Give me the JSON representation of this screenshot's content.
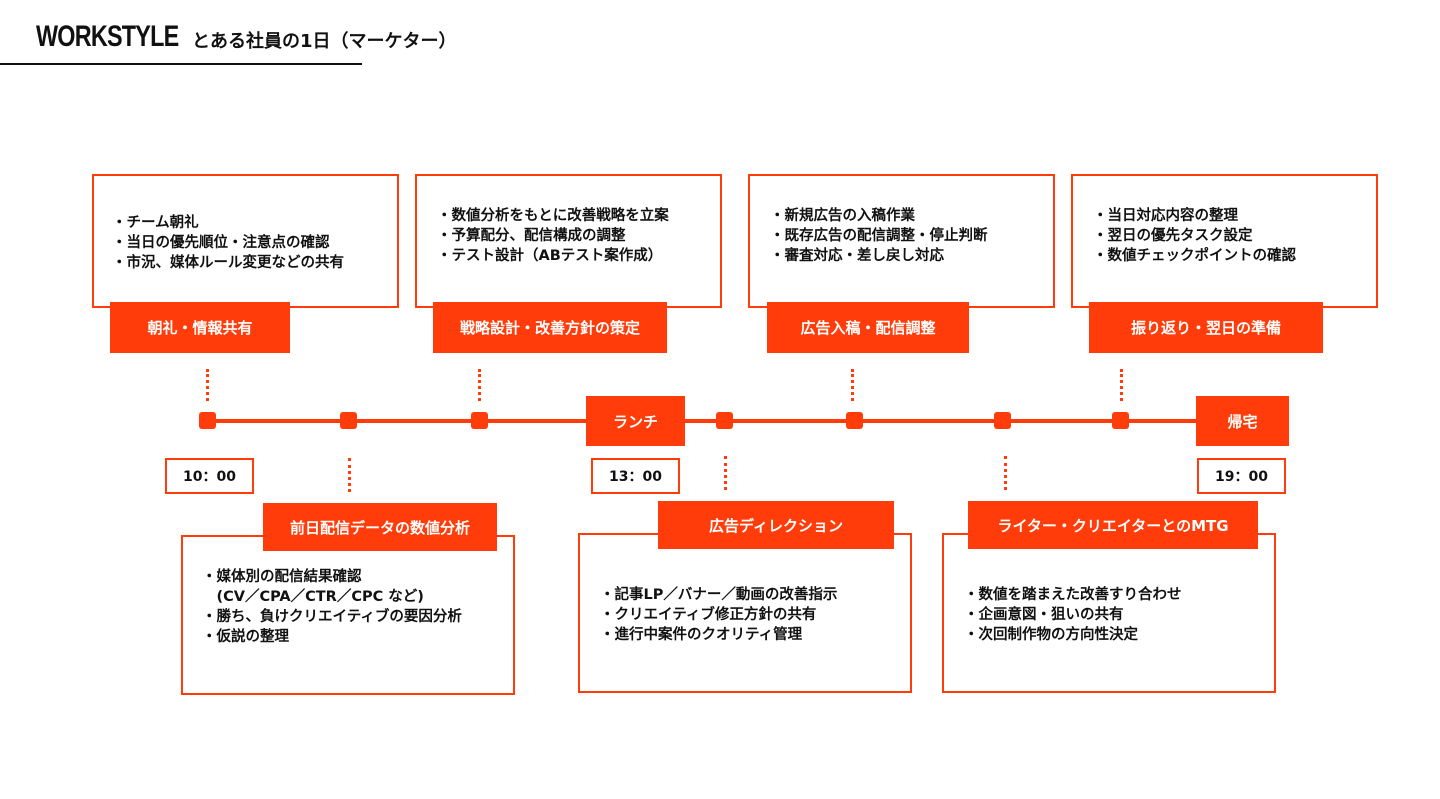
{
  "header": {
    "title": "WORKSTYLE",
    "subtitle": "とある社員の1日（マーケター）"
  },
  "timeline": {
    "lunch": "ランチ",
    "home": "帰宅",
    "times": [
      "10：00",
      "13：00",
      "19：00"
    ]
  },
  "top_tasks": [
    {
      "label": "朝礼・情報共有",
      "items": [
        "・チーム朝礼",
        "・当日の優先順位・注意点の確認",
        "・市況、媒体ルール変更などの共有"
      ]
    },
    {
      "label": "戦略設計・改善方針の策定",
      "items": [
        "・数値分析をもとに改善戦略を立案",
        "・予算配分、配信構成の調整",
        "・テスト設計（ABテスト案作成）"
      ]
    },
    {
      "label": "広告入稿・配信調整",
      "items": [
        "・新規広告の入稿作業",
        "・既存広告の配信調整・停止判断",
        "・審査対応・差し戻し対応"
      ]
    },
    {
      "label": "振り返り・翌日の準備",
      "items": [
        "・当日対応内容の整理",
        "・翌日の優先タスク設定",
        "・数値チェックポイントの確認"
      ]
    }
  ],
  "bottom_tasks": [
    {
      "label": "前日配信データの数値分析",
      "items": [
        "・媒体別の配信結果確認",
        "　(CV／CPA／CTR／CPC など)",
        "・勝ち、負けクリエイティブの要因分析",
        "・仮説の整理"
      ]
    },
    {
      "label": "広告ディレクション",
      "items": [
        "・記事LP／バナー／動画の改善指示",
        "・クリエイティブ修正方針の共有",
        "・進行中案件のクオリティ管理"
      ]
    },
    {
      "label": "ライター・クリエイターとのMTG",
      "items": [
        "・数値を踏まえた改善すり合わせ",
        "・企画意図・狙いの共有",
        "・次回制作物の方向性決定"
      ]
    }
  ]
}
